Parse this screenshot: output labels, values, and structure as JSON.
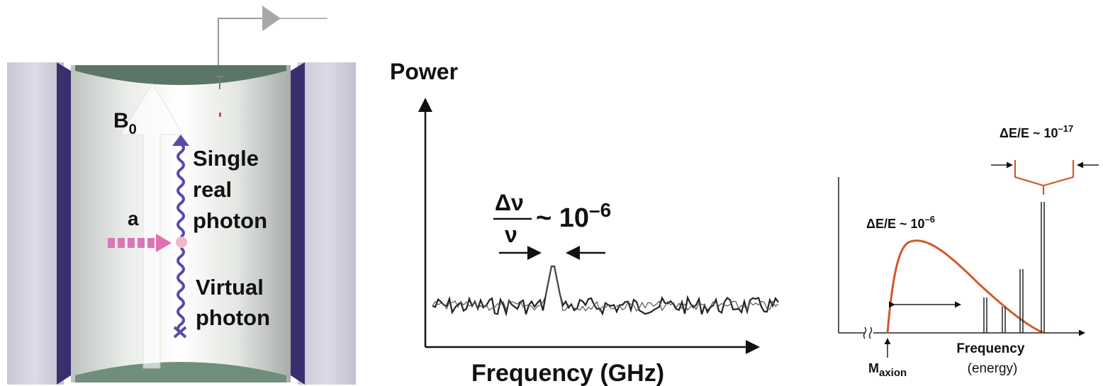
{
  "cavity": {
    "field_label": "B",
    "field_subscript": "0",
    "axion_label": "a",
    "real_photon_lines": [
      "Single",
      "real",
      "photon"
    ],
    "virtual_photon_lines": [
      "Virtual",
      "photon"
    ]
  },
  "spectrum": {
    "y_axis_label": "Power",
    "x_axis_label": "Frequency (GHz)",
    "ratio_numerator": "Δν",
    "ratio_denominator": "ν",
    "ratio_tail": "~ 10",
    "ratio_exponent": "–6"
  },
  "distribution": {
    "broad_label": "ΔE/E ~ 10",
    "broad_exponent": "–6",
    "narrow_label": "ΔE/E ~ 10",
    "narrow_exponent": "–17",
    "mass_label_main": "M",
    "mass_label_sub": "axion",
    "x_axis_line1": "Frequency",
    "x_axis_line2": "(energy)"
  },
  "colors": {
    "photon": "#5a4aa8",
    "axion": "#e070b0",
    "curve": "#d2582a",
    "cavity_wall": "#3a2f6e"
  }
}
